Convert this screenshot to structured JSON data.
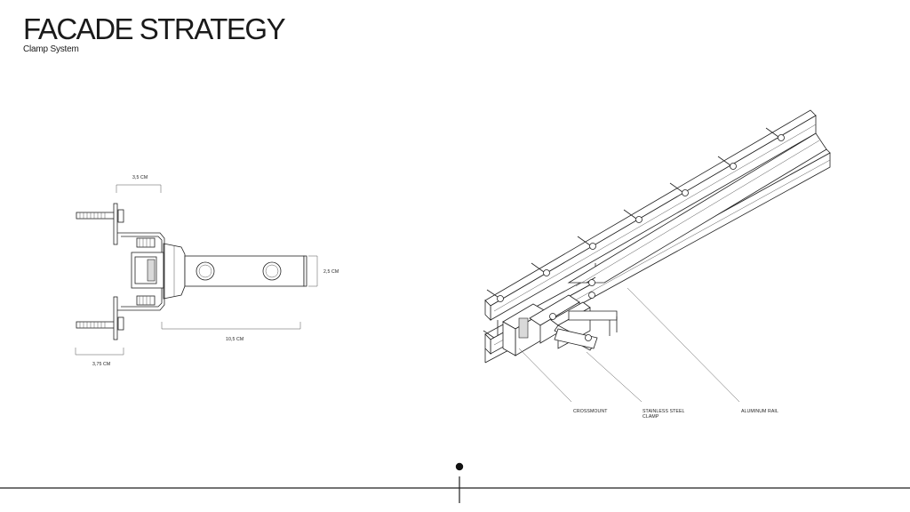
{
  "page": {
    "title": "FACADE STRATEGY",
    "subtitle": "Clamp System"
  },
  "side_view": {
    "dim_top": "3,5 CM",
    "dim_right": "2,5 CM",
    "dim_bottom": "10,5 CM",
    "dim_left_bottom": "3,75 CM"
  },
  "iso_view": {
    "labels": {
      "crossmount": "CROSSMOUNT",
      "clamp_line1": "STAINLESS STEEL",
      "clamp_line2": "CLAMP",
      "rail": "ALUMINUM RAIL"
    }
  },
  "timeline": {
    "marker_color": "#111111"
  }
}
